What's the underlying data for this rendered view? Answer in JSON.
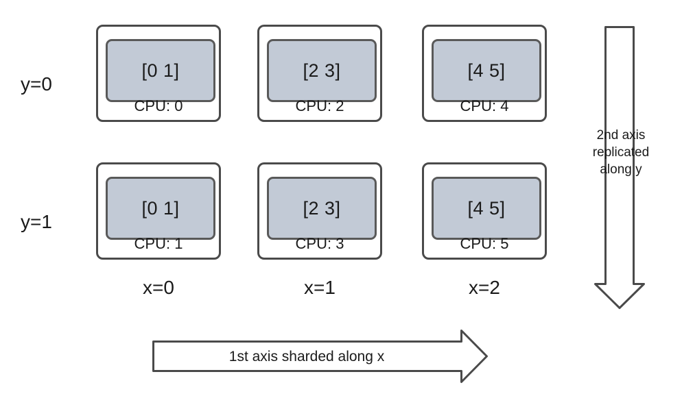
{
  "diagram": {
    "title": "Mesh sharding diagram",
    "colors": {
      "card_border": "#4a4a4a",
      "card_fill": "#ffffff",
      "shard_fill": "#c2cad6",
      "shard_border": "#595959",
      "text": "#1a1a1a",
      "arrow_stroke": "#4a4a4a",
      "arrow_fill": "#ffffff",
      "background": "#ffffff"
    }
  },
  "row_labels": [
    {
      "text": "y=0"
    },
    {
      "text": "y=1"
    }
  ],
  "col_labels": [
    {
      "text": "x=0"
    },
    {
      "text": "x=1"
    },
    {
      "text": "x=2"
    }
  ],
  "grid": {
    "rows": [
      {
        "row_label": "y=0",
        "cells": [
          {
            "shard": "[0 1]",
            "cpu": "CPU: 0"
          },
          {
            "shard": "[2 3]",
            "cpu": "CPU: 2"
          },
          {
            "shard": "[4 5]",
            "cpu": "CPU: 4"
          }
        ]
      },
      {
        "row_label": "y=1",
        "cells": [
          {
            "shard": "[0 1]",
            "cpu": "CPU: 1"
          },
          {
            "shard": "[2 3]",
            "cpu": "CPU: 3"
          },
          {
            "shard": "[4 5]",
            "cpu": "CPU: 5"
          }
        ]
      }
    ]
  },
  "vertical_arrow": {
    "caption": "2nd axis\nreplicated\nalong y",
    "direction": "down"
  },
  "horizontal_arrow": {
    "caption": "1st axis sharded along x",
    "direction": "right"
  }
}
